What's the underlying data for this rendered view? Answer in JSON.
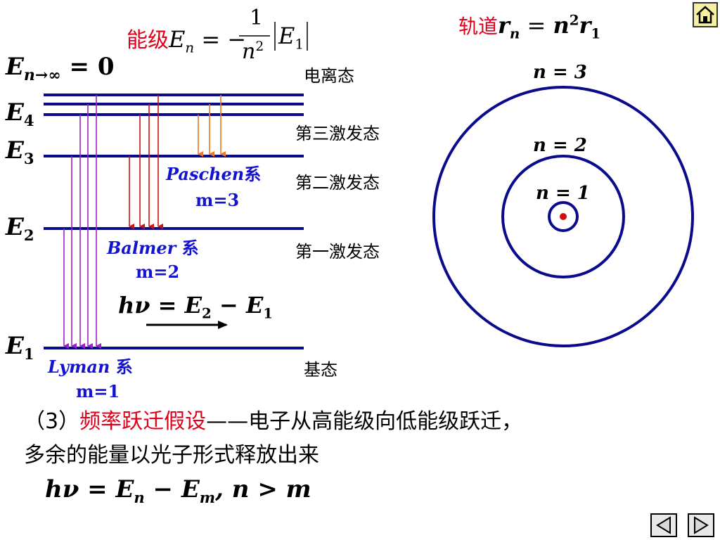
{
  "energy_formula": {
    "label": "能级",
    "lhs": "E",
    "lhs_sub": "n",
    "eq": "= −",
    "numerator": "1",
    "denominator": "n",
    "denominator_sup": "2",
    "abs_var": "E",
    "abs_sub": "1"
  },
  "orbit_formula": {
    "label": "轨道",
    "lhs": "r",
    "lhs_sub": "n",
    "eq": "=",
    "rhs_n": "n",
    "rhs_sup": "2",
    "rhs_r": "r",
    "rhs_sub": "1"
  },
  "levels": {
    "inf": {
      "var": "E",
      "sub": "n→∞",
      "eq": "= 0",
      "state": "电离态"
    },
    "e4": {
      "var": "E",
      "sub": "4",
      "state": "第三激发态"
    },
    "e3": {
      "var": "E",
      "sub": "3",
      "state": "第二激发态"
    },
    "e2": {
      "var": "E",
      "sub": "2",
      "state": "第一激发态"
    },
    "e1": {
      "var": "E",
      "sub": "1",
      "state": "基态"
    }
  },
  "series": {
    "paschen": {
      "name": "Paschen",
      "suffix": "系",
      "m": "m=3"
    },
    "balmer": {
      "name": "Balmer",
      "suffix": " 系",
      "m": "m=2"
    },
    "lyman": {
      "name": "Lyman",
      "suffix": " 系",
      "m": "m=1"
    }
  },
  "transition_formula": {
    "h": "h",
    "nu": "ν",
    "eq": "= E",
    "sub1": "2",
    "minus": "− E",
    "sub2": "1"
  },
  "orbits": {
    "n3": "n = 3",
    "n2": "n = 2",
    "n1": "n = 1"
  },
  "postulate": {
    "number": "（3）",
    "title": "频率跃迁假设",
    "dash": "——",
    "line1_rest": "电子从高能级向低能级跃迁，",
    "line2": "多余的能量以光子形式释放出来"
  },
  "bottom_formula": {
    "hv": "hν = E",
    "sub_n": "n",
    "minus": " − E",
    "sub_m": "m",
    "cond": ", n > m"
  },
  "colors": {
    "level_line": "#0a0a8c",
    "orbit": "#0a0a8c",
    "paschen_arrow": "#f07828",
    "balmer_arrow": "#c81414",
    "lyman_arrow": "#a020c8",
    "nucleus": "#d01010",
    "highlight_red": "#e0001b",
    "series_blue": "#1414d0"
  },
  "icons": [
    "home-icon",
    "previous-triangle-icon",
    "next-triangle-icon"
  ]
}
